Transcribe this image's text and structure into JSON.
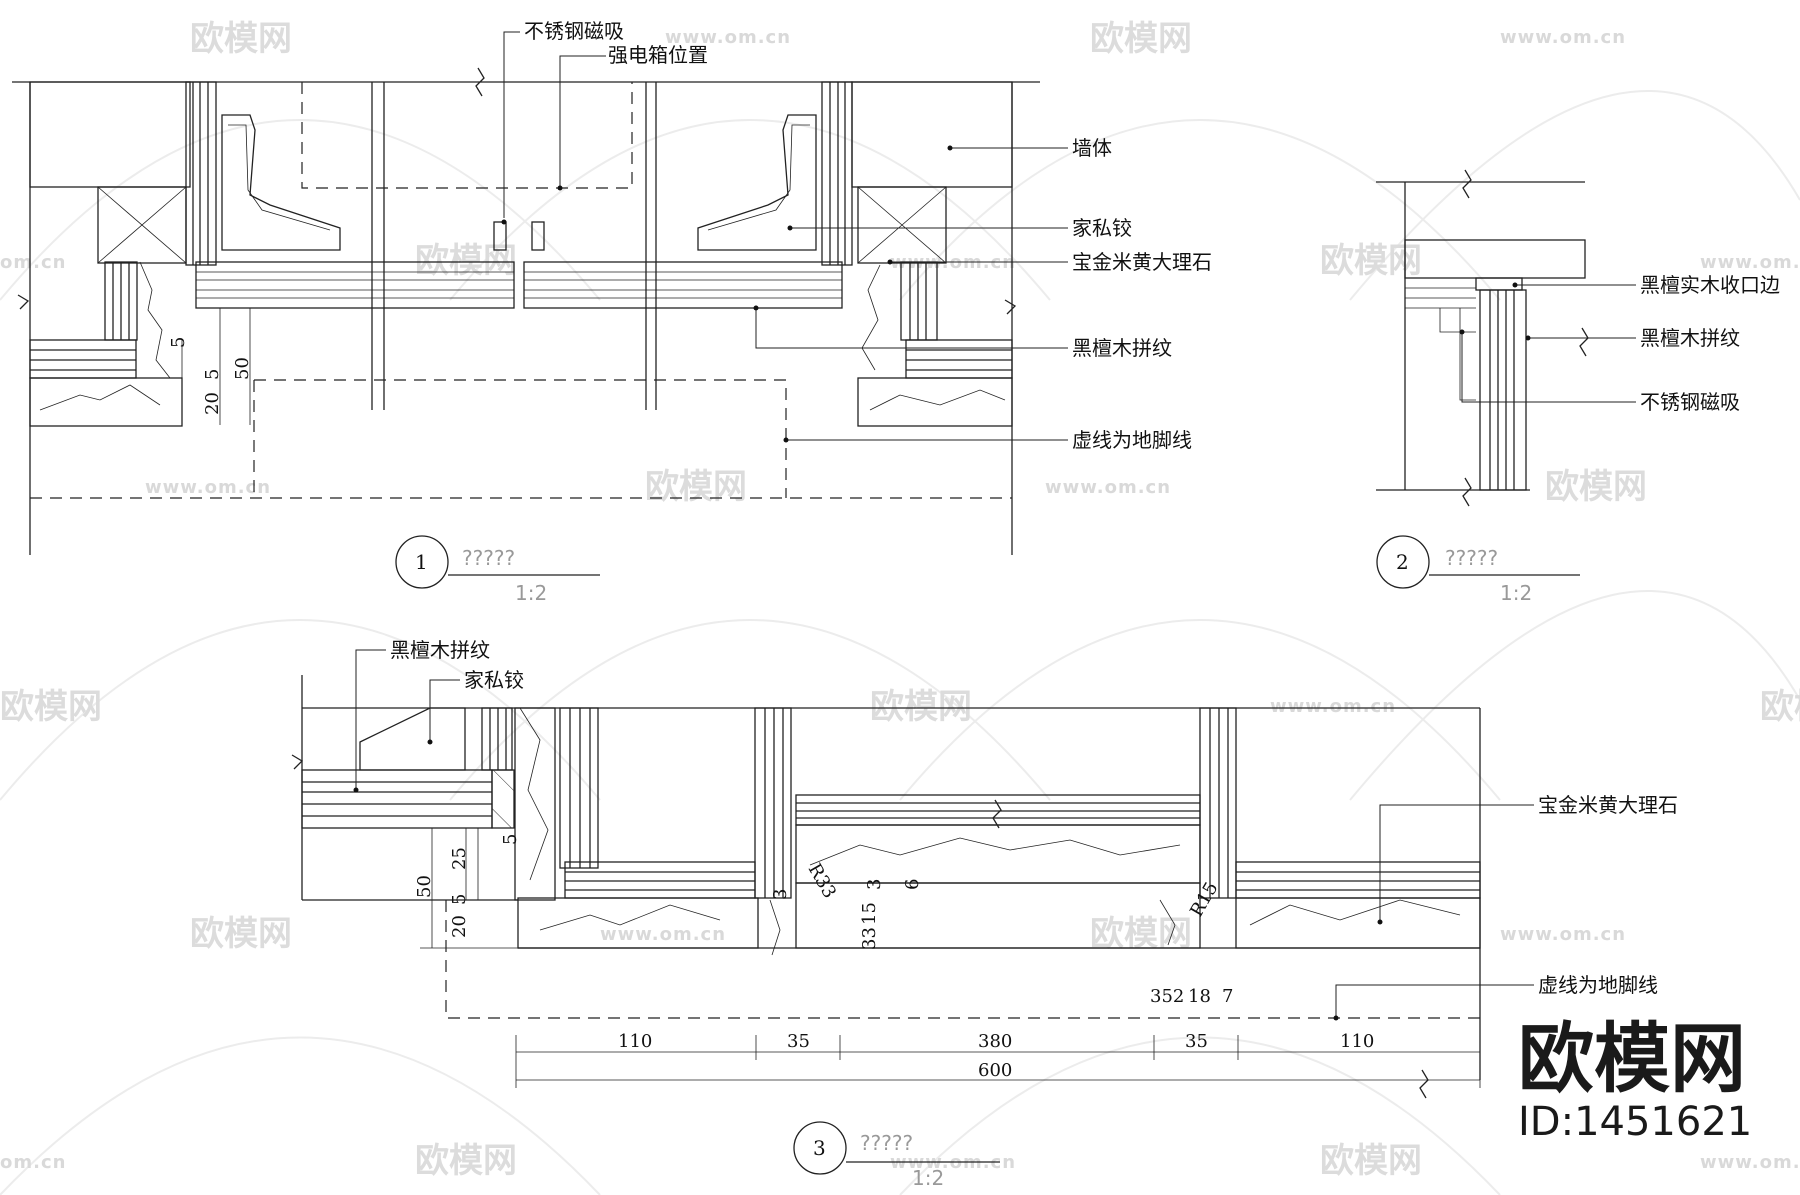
{
  "watermarks": {
    "site": "www.om.cn",
    "brand": "欧模网",
    "brand_short": "om.cn"
  },
  "stamp": {
    "brand": "欧模网",
    "id": "ID:1451621"
  },
  "detail1": {
    "number": "1",
    "title": "?????",
    "scale": "1:2",
    "labels": {
      "magnet": "不锈钢磁吸",
      "box": "强电箱位置",
      "wall": "墙体",
      "hinge": "家私铰",
      "marble": "宝金米黄大理石",
      "veneer": "黑檀木拼纹",
      "dashed": "虚线为地脚线"
    },
    "dims": [
      "5",
      "5",
      "50",
      "20"
    ]
  },
  "detail2": {
    "number": "2",
    "title": "?????",
    "scale": "1:2",
    "labels": {
      "edge": "黑檀实木收口边",
      "veneer": "黑檀木拼纹",
      "magnet": "不锈钢磁吸"
    }
  },
  "detail3": {
    "number": "3",
    "title": "?????",
    "scale": "1:2",
    "labels": {
      "veneer": "黑檀木拼纹",
      "hinge": "家私铰",
      "marble": "宝金米黄大理石",
      "dashed": "虚线为地脚线"
    },
    "dims": {
      "v25": "25",
      "v5a": "5",
      "v50": "50",
      "v5b": "5",
      "v20": "20",
      "r33": "R33",
      "r15": "R15",
      "d3a": "3",
      "d3b": "3",
      "d15": "15",
      "d33": "33",
      "d6": "6",
      "d352": "352",
      "d18": "18",
      "d7": "7",
      "seg": [
        "110",
        "35",
        "380",
        "35",
        "110"
      ],
      "total": "600"
    }
  }
}
